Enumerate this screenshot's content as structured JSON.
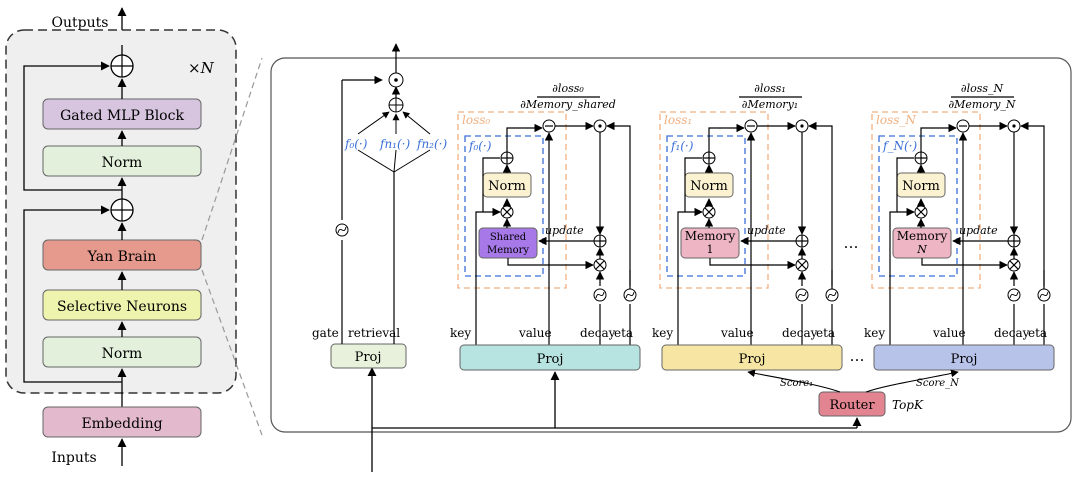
{
  "left_stack": {
    "outputs_label": "Outputs",
    "inputs_label": "Inputs",
    "repeat_label": "×N",
    "blocks": {
      "gated_mlp": "Gated MLP Block",
      "norm_top": "Norm",
      "yan_brain": "Yan Brain",
      "selective_neurons": "Selective Neurons",
      "norm_bottom": "Norm",
      "embedding": "Embedding"
    }
  },
  "detail": {
    "gate_label": "gate",
    "retrieval_label": "retrieval",
    "proj_small": "Proj",
    "f0": "f₀(·)",
    "fn1": "fn₁(·)",
    "fn2": "fn₂(·)",
    "ellipsis": "…",
    "router_label": "Router",
    "topk_label": "TopK",
    "score1": "Score₁",
    "scoreN": "Score_N",
    "modules": [
      {
        "loss": "loss₀",
        "f": "f₀(·)",
        "grad_num": "∂loss₀",
        "grad_den": "∂Memory_shared",
        "memory_line1": "Shared",
        "memory_line2": "Memory",
        "norm": "Norm",
        "update": "update",
        "key": "key",
        "value": "value",
        "decay": "decay",
        "eta": "eta",
        "proj": "Proj"
      },
      {
        "loss": "loss₁",
        "f": "f₁(·)",
        "grad_num": "∂loss₁",
        "grad_den": "∂Memory₁",
        "memory_line1": "Memory",
        "memory_line2": "1",
        "norm": "Norm",
        "update": "update",
        "key": "key",
        "value": "value",
        "decay": "decay",
        "eta": "eta",
        "proj": "Proj"
      },
      {
        "loss": "loss_N",
        "f": "f_N(·)",
        "grad_num": "∂loss_N",
        "grad_den": "∂Memory_N",
        "memory_line1": "Memory",
        "memory_line2": "N",
        "norm": "Norm",
        "update": "update",
        "key": "key",
        "value": "value",
        "decay": "decay",
        "eta": "eta",
        "proj": "Proj"
      }
    ]
  },
  "colors": {
    "gated_mlp": "#d7c5e0",
    "norm": "#e3f1dc",
    "yan_brain": "#e59a8d",
    "selective_neurons": "#eef3ad",
    "embedding": "#e3b9cd",
    "proj_small": "#e7f1db",
    "proj_0": "#b7e3e1",
    "proj_1": "#f7e6a3",
    "proj_N": "#b8c3ea",
    "router": "#e38491",
    "norm_inner": "#faf2d0",
    "shared_memory": "#a779e8",
    "memory": "#eeb6c4",
    "loss_box": "#f0b080",
    "f_box": "#3a6fd8"
  }
}
